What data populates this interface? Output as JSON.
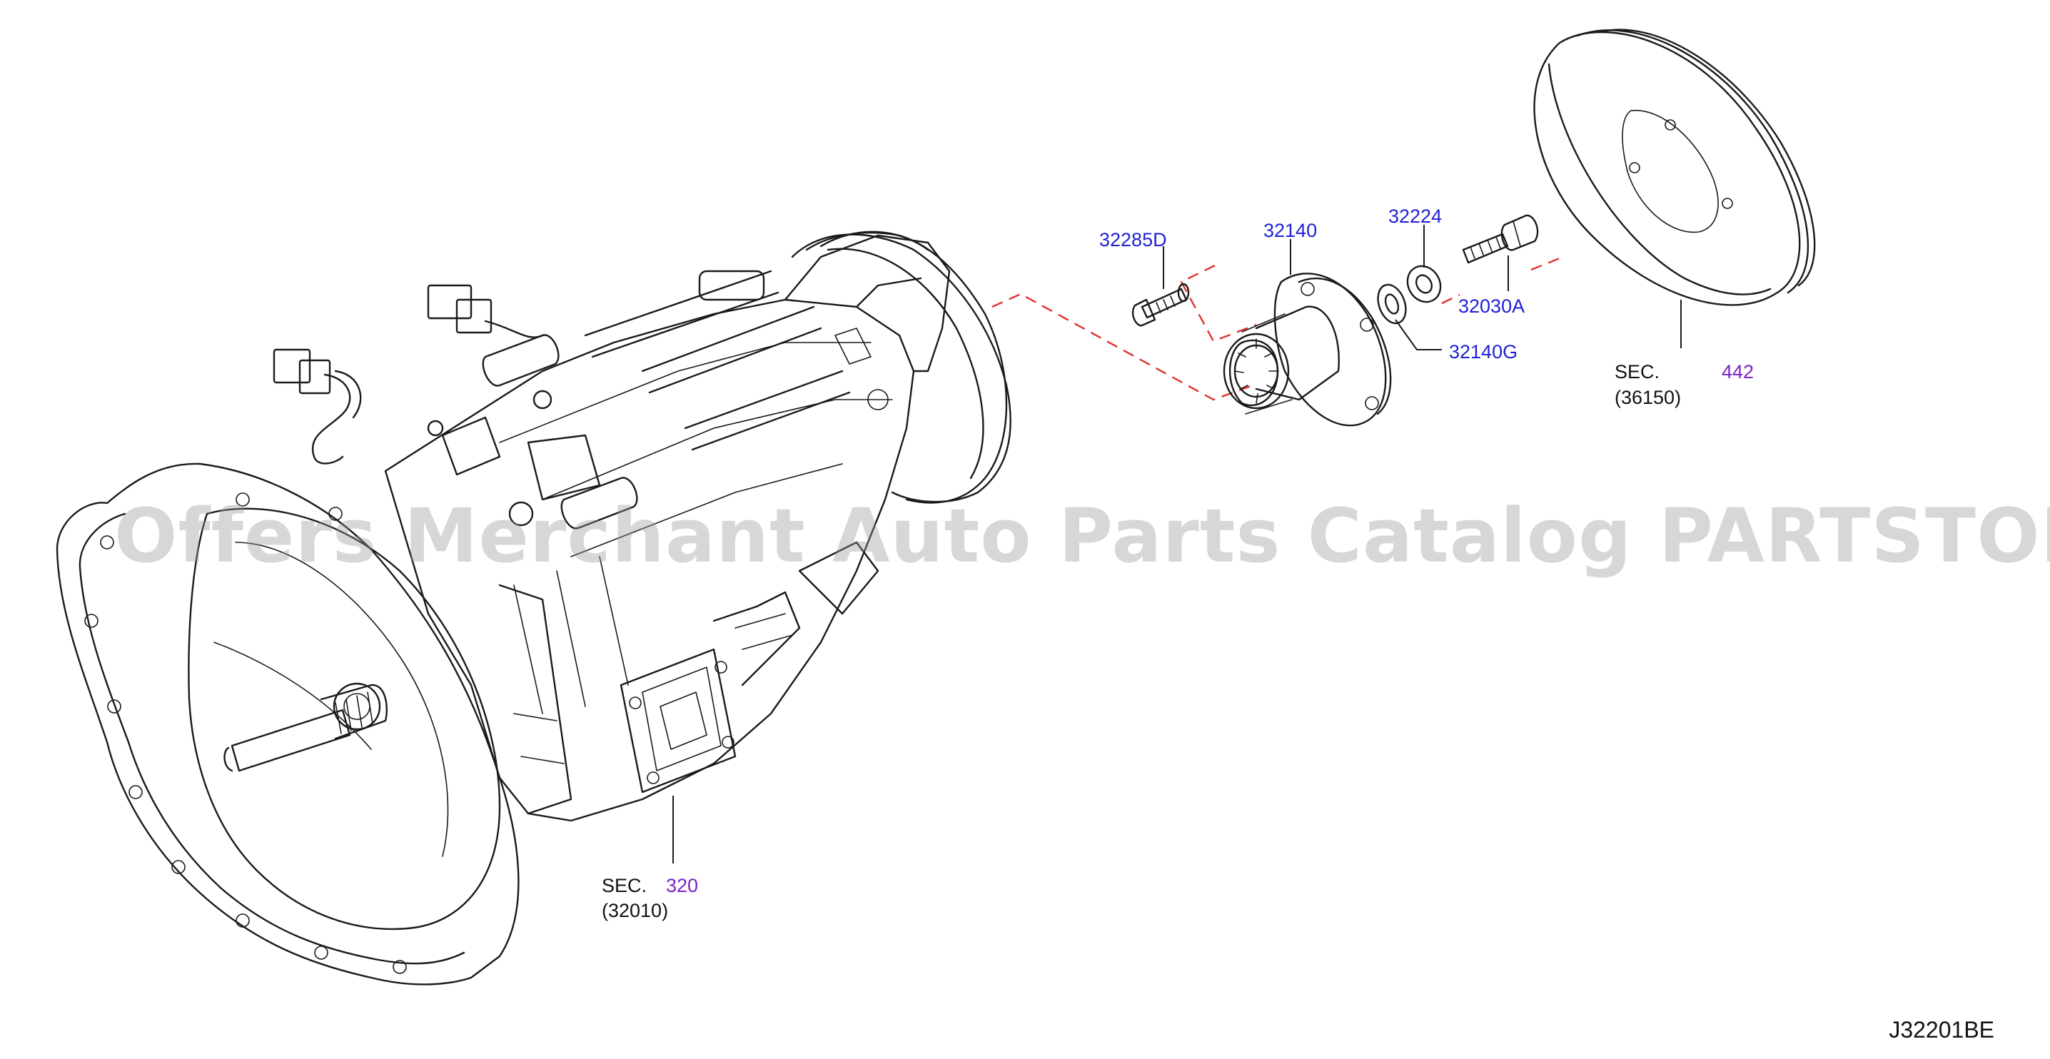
{
  "diagram": {
    "watermark": "Offers Merchant Auto Parts Catalog PARTSTORE.SA",
    "code": "J32201BE",
    "parts": {
      "p32285D": "32285D",
      "p32140": "32140",
      "p32224": "32224",
      "p32030A": "32030A",
      "p32140G": "32140G"
    },
    "sections": {
      "sec320": {
        "prefix": "SEC.",
        "number": "320",
        "ref": "(32010)"
      },
      "sec442": {
        "prefix": "SEC.",
        "number": "442",
        "ref": "(36150)"
      }
    },
    "colors": {
      "part_label": "#1f1fd6",
      "section_number": "#7a23c8",
      "dashed_line": "#e0322f"
    }
  }
}
